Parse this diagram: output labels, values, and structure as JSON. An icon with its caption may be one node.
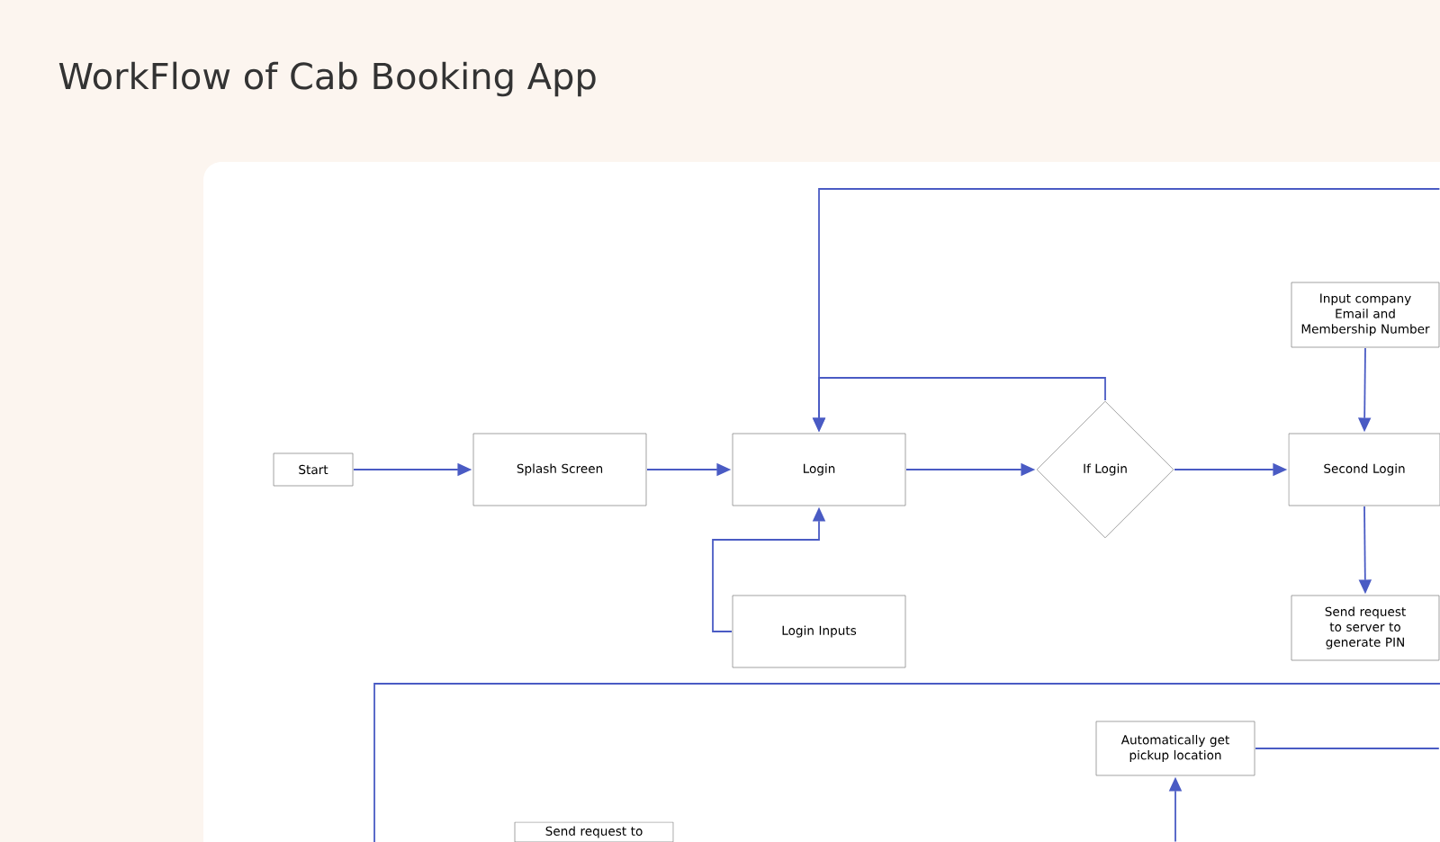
{
  "diagram": {
    "title": "WorkFlow of Cab Booking App",
    "nodes": [
      {
        "text": [
          "Start"
        ]
      },
      {
        "text": [
          "Splash Screen"
        ]
      },
      {
        "text": [
          "Login"
        ]
      },
      {
        "text": [
          "If Login"
        ]
      },
      {
        "text": [
          "Second Login"
        ]
      },
      {
        "text": [
          "Input company Email and Membership Number"
        ]
      },
      {
        "text": [
          "Send request to server to generate PIN"
        ]
      },
      {
        "text": [
          "Login Inputs"
        ]
      },
      {
        "text": [
          "Automatically get pickup location"
        ]
      },
      {
        "text": [
          "Send request to"
        ]
      }
    ],
    "edges": [
      {
        "from": 0,
        "to": 1,
        "arrow": "to"
      },
      {
        "from": 1,
        "to": 2,
        "arrow": "to"
      },
      {
        "from": 2,
        "to": 3,
        "arrow": "to"
      },
      {
        "from": 3,
        "to": 4,
        "arrow": "to"
      },
      {
        "from": 3,
        "to": 2,
        "arrow": "to"
      },
      {
        "from": null,
        "to": 2,
        "arrow": "to"
      },
      {
        "from": 7,
        "to": 2,
        "arrow": "to"
      },
      {
        "from": 5,
        "to": 4,
        "arrow": "to"
      },
      {
        "from": 4,
        "to": 6,
        "arrow": "to"
      },
      {
        "from": 8,
        "to": null,
        "arrow": "none"
      },
      {
        "from": null,
        "to": 8,
        "arrow": "to"
      }
    ]
  }
}
